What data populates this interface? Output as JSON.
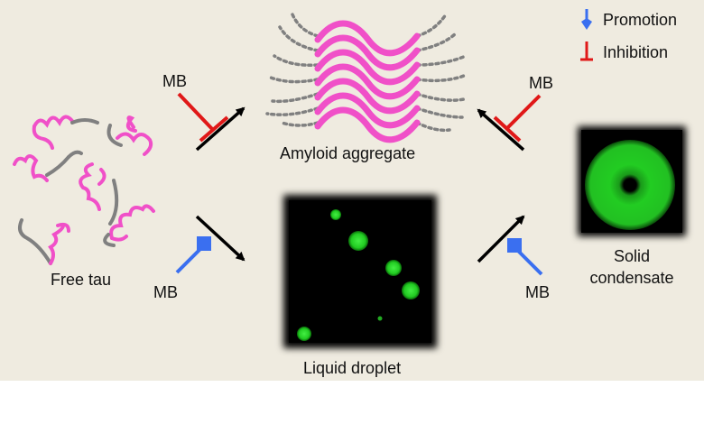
{
  "legend": {
    "promotion": "Promotion",
    "inhibition": "Inhibition"
  },
  "labels": {
    "free_tau": "Free tau",
    "amyloid_aggregate": "Amyloid aggregate",
    "liquid_droplet": "Liquid droplet",
    "solid_condensate_line1": "Solid",
    "solid_condensate_line2": "condensate",
    "mb_top_left": "MB",
    "mb_top_right": "MB",
    "mb_bottom_left": "MB",
    "mb_bottom_right": "MB"
  },
  "colors": {
    "background": "#efebe0",
    "tau_pink": "#f050c8",
    "tau_gray": "#808080",
    "promotion_blue": "#3a6ff0",
    "inhibition_red": "#e01818",
    "fluor_green": "#22cc22",
    "arrow_black": "#000000"
  },
  "icons": {
    "promotion": "promotion-icon",
    "inhibition": "inhibition-icon"
  }
}
